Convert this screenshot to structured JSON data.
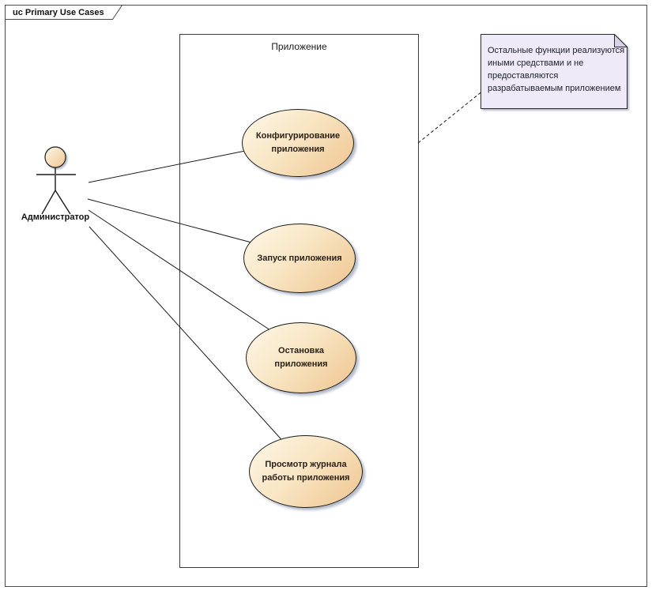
{
  "frame": {
    "title": "uc Primary Use Cases"
  },
  "boundary": {
    "label": "Приложение"
  },
  "actor": {
    "name": "Администратор"
  },
  "use_cases": [
    {
      "id": "configure-application",
      "lines": [
        "Конфигурирование",
        "приложения"
      ]
    },
    {
      "id": "start-application",
      "lines": [
        "Запуск приложения"
      ]
    },
    {
      "id": "stop-application",
      "lines": [
        "Остановка",
        "приложения"
      ]
    },
    {
      "id": "view-application-log",
      "lines": [
        "Просмотр журнала",
        "работы приложения"
      ]
    }
  ],
  "note": {
    "lines": [
      "Остальные функции реализуются",
      "иными средствами и не",
      "предоставляются",
      "разрабатываемым приложением"
    ]
  },
  "associations": [
    {
      "from": "Администратор",
      "to": "Конфигурирование приложения",
      "style": "solid"
    },
    {
      "from": "Администратор",
      "to": "Запуск приложения",
      "style": "solid"
    },
    {
      "from": "Администратор",
      "to": "Остановка приложения",
      "style": "solid"
    },
    {
      "from": "Администратор",
      "to": "Просмотр журнала работы приложения",
      "style": "solid"
    },
    {
      "from": "note",
      "to": "Конфигурирование приложения",
      "style": "dashed"
    }
  ],
  "colors": {
    "usecase-grad-start": "#fdf7e8",
    "usecase-grad-end": "#efc48f",
    "usecase-border": "#1c1c1c",
    "note-bg": "#eeeaf7",
    "note-fold": "#d8d2e8",
    "note-border": "#2a2a2a",
    "line-color": "#1a1a1a",
    "frame-border": "#4a4a4a",
    "text-color": "#2a2118",
    "note-text-color": "#1f1f2e",
    "shadow-color": "#b4bac9"
  }
}
